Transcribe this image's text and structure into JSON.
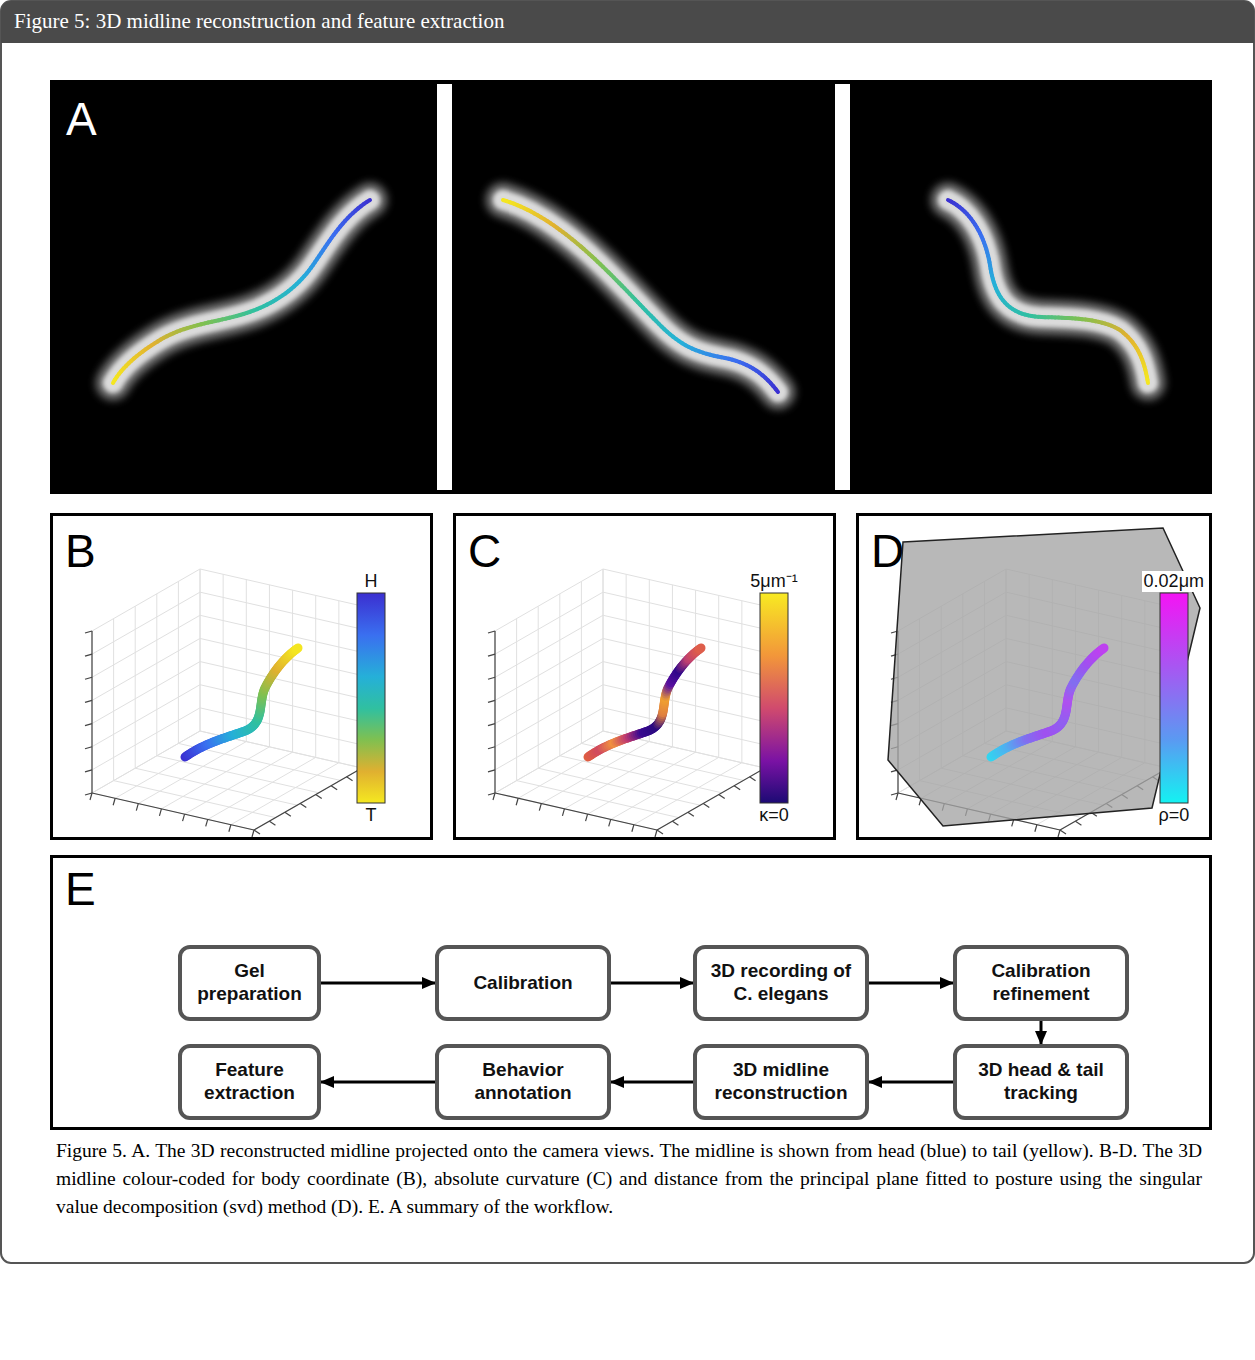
{
  "diagram": {
    "title": "Figure 5: 3D midline reconstruction and feature extraction",
    "caption": "Figure 5. A. The 3D reconstructed midline projected onto the camera views. The midline is shown from head (blue) to tail (yellow). B-D. The 3D midline colour-coded for body coordinate (B), absolute curvature (C) and distance from the principal plane fitted to posture using the singular value decomposition (svd) method (D). E. A summary of the workflow.",
    "nodes": [
      {
        "text": [
          "A"
        ]
      },
      {
        "text": [
          "B",
          "H",
          "T"
        ]
      },
      {
        "text": [
          "C",
          "5μm⁻¹",
          "κ=0"
        ]
      },
      {
        "text": [
          "D",
          "0.02μm",
          "ρ=0"
        ]
      },
      {
        "text": [
          "E"
        ]
      },
      {
        "text": [
          "Gel preparation"
        ],
        "in": 4
      },
      {
        "text": [
          "Calibration"
        ],
        "in": 4
      },
      {
        "text": [
          "3D recording of C. elegans"
        ],
        "in": 4
      },
      {
        "text": [
          "Calibration refinement"
        ],
        "in": 4
      },
      {
        "text": [
          "3D head & tail tracking"
        ],
        "in": 4
      },
      {
        "text": [
          "3D midline reconstruction"
        ],
        "in": 4
      },
      {
        "text": [
          "Behavior annotation"
        ],
        "in": 4
      },
      {
        "text": [
          "Feature extraction"
        ],
        "in": 4
      }
    ],
    "edges": [
      {
        "from": 5,
        "to": 6,
        "arrow": "to"
      },
      {
        "from": 6,
        "to": 7,
        "arrow": "to"
      },
      {
        "from": 7,
        "to": 8,
        "arrow": "to"
      },
      {
        "from": 8,
        "to": 9,
        "arrow": "to"
      },
      {
        "from": 9,
        "to": 10,
        "arrow": "to"
      },
      {
        "from": 10,
        "to": 11,
        "arrow": "to"
      },
      {
        "from": 11,
        "to": 12,
        "arrow": "to"
      }
    ]
  }
}
